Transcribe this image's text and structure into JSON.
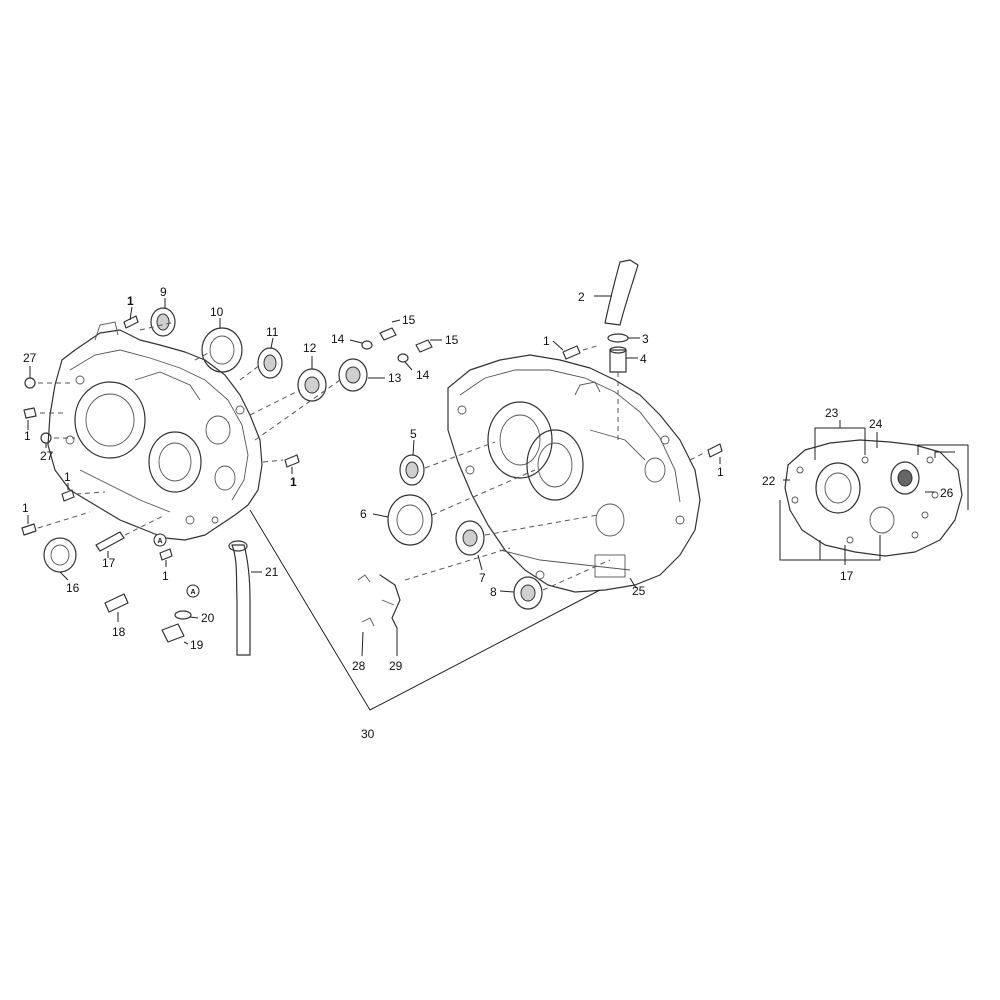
{
  "labels": {
    "l1_top": "1",
    "l9": "9",
    "l10": "10",
    "l11": "11",
    "l12": "12",
    "l13": "13",
    "l14a": "14",
    "l15a": "15",
    "l15b": "15",
    "l14b": "14",
    "l27a": "27",
    "l1_left": "1",
    "l27b": "27",
    "l1_mid": "1",
    "l1_b": "1",
    "l1_c": "1",
    "l17": "17",
    "l16": "16",
    "l1_d": "1",
    "l18": "18",
    "l20": "20",
    "l19": "19",
    "l21": "21",
    "l2": "2",
    "l3": "3",
    "l4": "4",
    "l1_r": "1",
    "l1_rr": "1",
    "l5": "5",
    "l6": "6",
    "l7": "7",
    "l8": "8",
    "l25": "25",
    "l28": "28",
    "l29": "29",
    "l30": "30",
    "l23": "23",
    "l24": "24",
    "l22": "22",
    "l26": "26",
    "l17b": "17",
    "markerA1": "A",
    "markerA2": "A"
  }
}
